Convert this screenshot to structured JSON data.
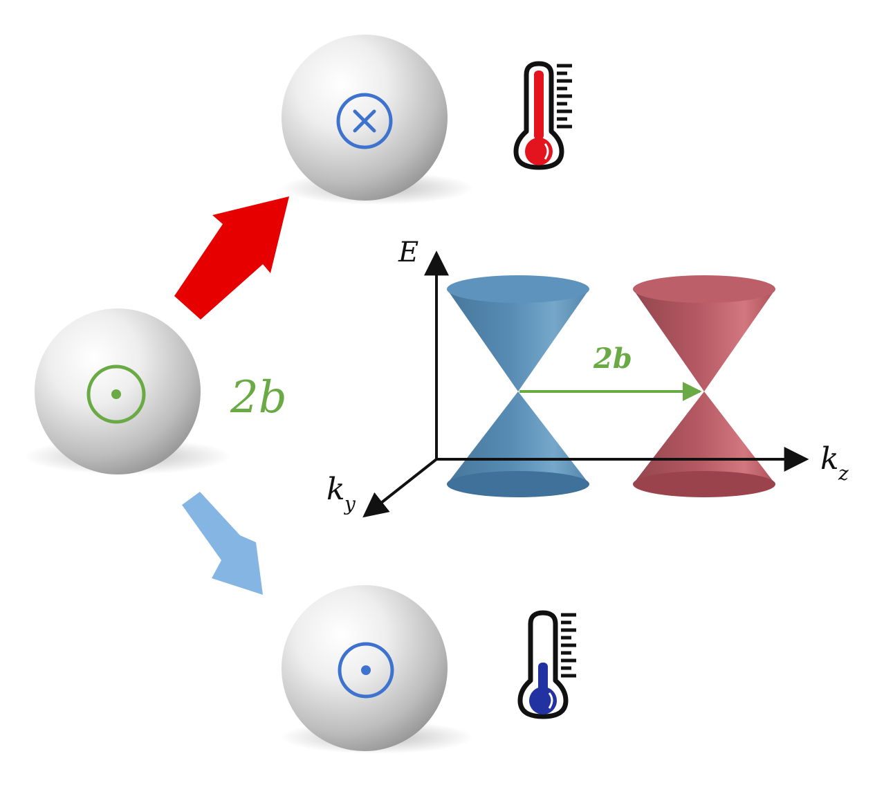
{
  "labels": {
    "two_b_side": "2b",
    "two_b_gap": "2b",
    "energy_axis": "E",
    "kz_axis_main": "k",
    "kz_axis_sub": "z",
    "ky_axis_main": "k",
    "ky_axis_sub": "y"
  },
  "colors": {
    "green": "#6aaa45",
    "blue_symbol": "#3d73cf",
    "red_arrow": "#e60000",
    "blue_arrow": "#84b5e3",
    "cone_blue": "#4a7fa8",
    "cone_red": "#b0505a",
    "thermo_hot": "#e3141d",
    "thermo_cold": "#2232a0"
  },
  "icons": {
    "spin_out": "circle-dot-icon",
    "spin_in": "circle-cross-icon",
    "hot": "thermometer-hot-icon",
    "cold": "thermometer-cold-icon"
  }
}
